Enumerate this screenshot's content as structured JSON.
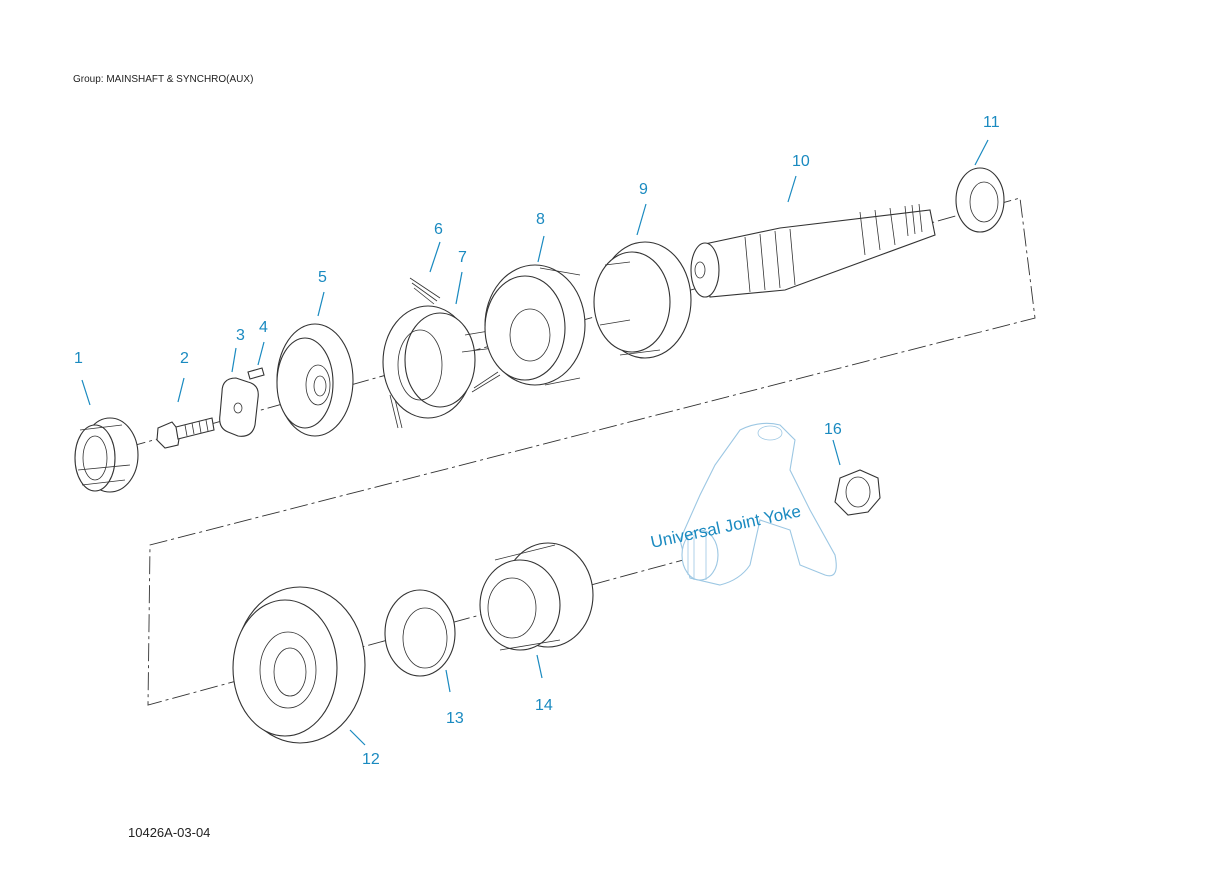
{
  "header": {
    "group_label": "Group: MAINSHAFT & SYNCHRO(AUX)"
  },
  "footer": {
    "drawing_id": "10426A-03-04"
  },
  "callouts": [
    {
      "id": "c1",
      "label": "1"
    },
    {
      "id": "c2",
      "label": "2"
    },
    {
      "id": "c3",
      "label": "3"
    },
    {
      "id": "c4",
      "label": "4"
    },
    {
      "id": "c5",
      "label": "5"
    },
    {
      "id": "c6",
      "label": "6"
    },
    {
      "id": "c7",
      "label": "7"
    },
    {
      "id": "c8",
      "label": "8"
    },
    {
      "id": "c9",
      "label": "9"
    },
    {
      "id": "c10",
      "label": "10"
    },
    {
      "id": "c11",
      "label": "11"
    },
    {
      "id": "c12",
      "label": "12"
    },
    {
      "id": "c13",
      "label": "13"
    },
    {
      "id": "c14",
      "label": "14"
    },
    {
      "id": "c16",
      "label": "16"
    }
  ],
  "yoke_label": "Universal Joint Yoke",
  "colors": {
    "callout": "#1a8ac0",
    "ghost": "#9cc7e3",
    "line": "#333333"
  }
}
